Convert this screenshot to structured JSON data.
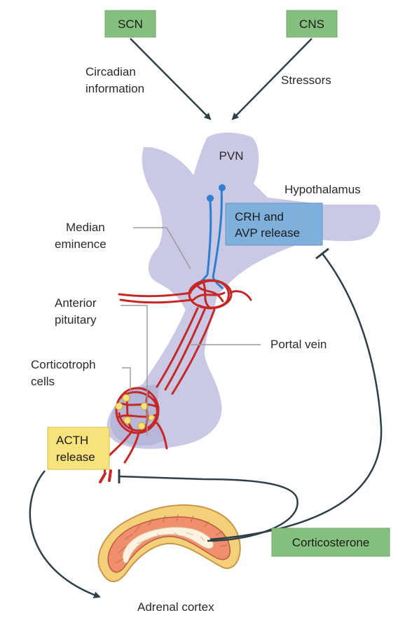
{
  "nodes": {
    "scn": "SCN",
    "cns": "CNS",
    "pvn": "PVN",
    "hypothalamus": "Hypothalamus",
    "crh_line1": "CRH and",
    "crh_line2": "AVP release",
    "acth_line1": "ACTH",
    "acth_line2": "release",
    "corticosterone": "Corticosterone",
    "adrenal_cortex": "Adrenal cortex"
  },
  "labels": {
    "circadian_line1": "Circadian",
    "circadian_line2": "information",
    "stressors": "Stressors",
    "median_line1": "Median",
    "median_line2": "eminence",
    "anterior_line1": "Anterior",
    "anterior_line2": "pituitary",
    "portal_vein": "Portal vein",
    "corticotroph_line1": "Corticotroph",
    "corticotroph_line2": "cells"
  },
  "colors": {
    "green_box": "#86c07e",
    "blue_box": "#7fb0dc",
    "yellow_box": "#f7e37c",
    "brain_tissue": "#c9c9e6",
    "blood_vessel": "#c62828",
    "neuron": "#2f7fcf",
    "arrow": "#2e3f48",
    "adrenal_orange": "#f08f6e",
    "adrenal_yellow": "#f5d07a"
  }
}
